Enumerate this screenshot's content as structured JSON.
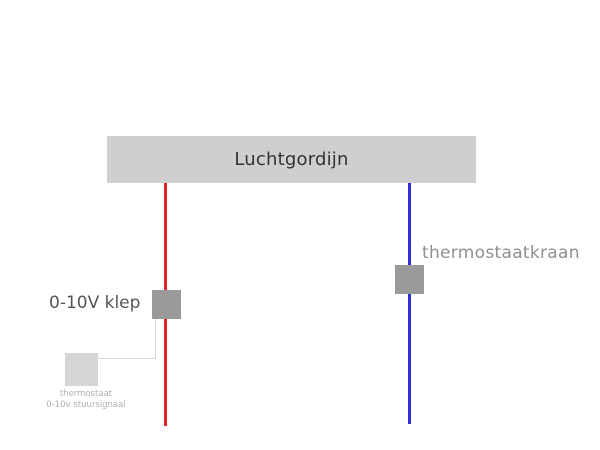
{
  "diagram": {
    "box_label": "Luchtgordijn",
    "valve_left_label": "0-10V klep",
    "valve_right_label": "thermostaatkraan",
    "thermostat_label_line1": "thermostaat",
    "thermostat_label_line2": "0-10v stuursignaal"
  },
  "colors": {
    "box": "#cfcfcf",
    "supply_pipe": "#e02424",
    "return_pipe": "#2d2fd6",
    "valve": "#9a9a9a",
    "thermostat": "#d6d6d6"
  }
}
